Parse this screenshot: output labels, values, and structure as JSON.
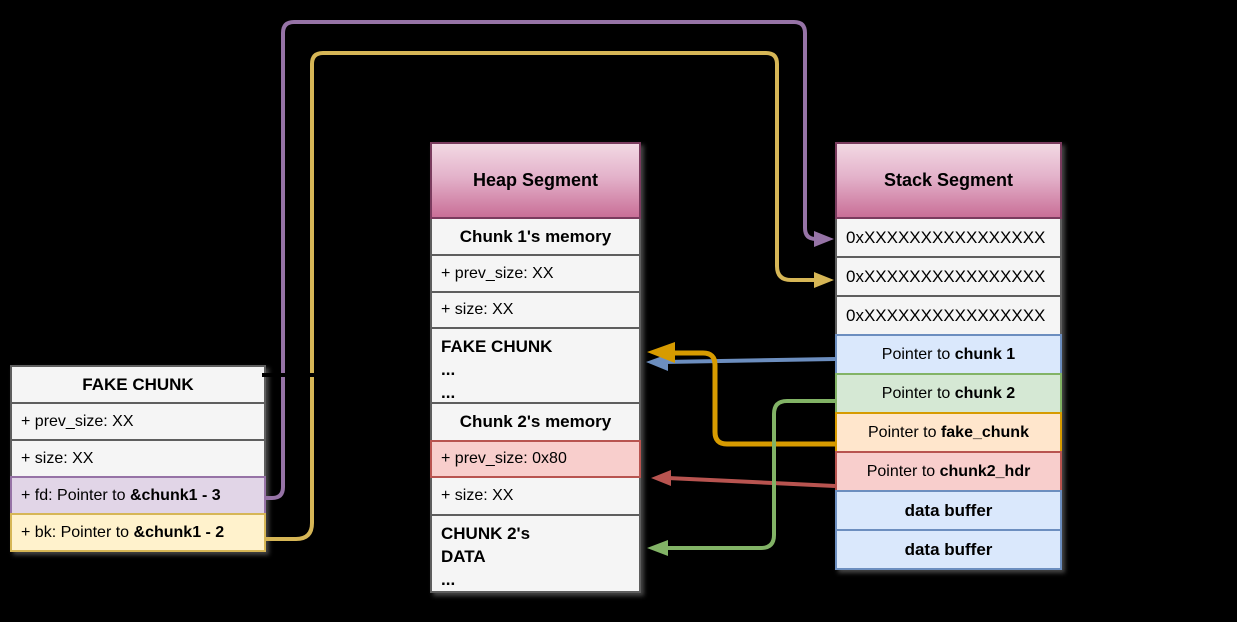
{
  "fake_chunk_table": {
    "title": "FAKE CHUNK",
    "rows": [
      {
        "text": "+ prev_size: XX"
      },
      {
        "text": "+ size: XX"
      },
      {
        "prefix": "+ fd: Pointer to ",
        "strong": "&chunk1 - 3",
        "highlight": "purple"
      },
      {
        "prefix": "+ bk: Pointer to ",
        "strong": "&chunk1 - 2",
        "highlight": "yellow"
      }
    ]
  },
  "heap_table": {
    "title": "Heap Segment",
    "rows": [
      {
        "text": "Chunk 1's memory"
      },
      {
        "text": "+ prev_size: XX"
      },
      {
        "text": "+ size: XX"
      },
      {
        "lines": [
          "FAKE CHUNK",
          "...",
          "..."
        ]
      },
      {
        "text": "Chunk 2's memory"
      },
      {
        "text": "+ prev_size: 0x80",
        "highlight": "red"
      },
      {
        "text": "+ size: XX"
      },
      {
        "lines": [
          "CHUNK 2's",
          "DATA",
          "..."
        ]
      }
    ]
  },
  "stack_table": {
    "title": "Stack Segment",
    "rows": [
      {
        "text": "0xXXXXXXXXXXXXXXXX"
      },
      {
        "text": "0xXXXXXXXXXXXXXXXX"
      },
      {
        "text": "0xXXXXXXXXXXXXXXXX"
      },
      {
        "prefix": "Pointer to ",
        "strong": "chunk 1",
        "highlight": "blue"
      },
      {
        "prefix": "Pointer to ",
        "strong": "chunk 2",
        "highlight": "green"
      },
      {
        "prefix": "Pointer to ",
        "strong": "fake_chunk",
        "highlight": "orange"
      },
      {
        "prefix": "Pointer to ",
        "strong": "chunk2_hdr",
        "highlight": "red"
      },
      {
        "text": "data buffer",
        "highlight": "blue"
      },
      {
        "text": "data buffer",
        "highlight": "blue"
      }
    ]
  },
  "palette": {
    "purple": "#9673a6",
    "yellow": "#d6b656",
    "orange": "#d79b00",
    "blue": "#6c8ebf",
    "green": "#82b366",
    "red": "#b85450",
    "purple_fill": "#e1d5e7",
    "yellow_fill": "#fff2cc",
    "orange_fill": "#ffe6cc",
    "blue_fill": "#dae8fc",
    "green_fill": "#d5e8d4",
    "red_fill": "#f8cecc",
    "gray_fill": "#f5f5f5",
    "header_gradient_top": "#f2d8e3",
    "header_gradient_bottom": "#c96f97",
    "background": "#000000"
  },
  "arrows": [
    {
      "id": "fd-to-stack-addr1",
      "color": "purple"
    },
    {
      "id": "bk-to-stack-addr2",
      "color": "yellow"
    },
    {
      "id": "ptr-chunk1-to-fake-chunk",
      "color": "blue"
    },
    {
      "id": "ptr-fake-chunk-to-fake-chunk",
      "color": "orange"
    },
    {
      "id": "ptr-chunk2-to-chunk2-data",
      "color": "green"
    },
    {
      "id": "ptr-chunk2hdr-to-prev-size",
      "color": "red"
    }
  ]
}
